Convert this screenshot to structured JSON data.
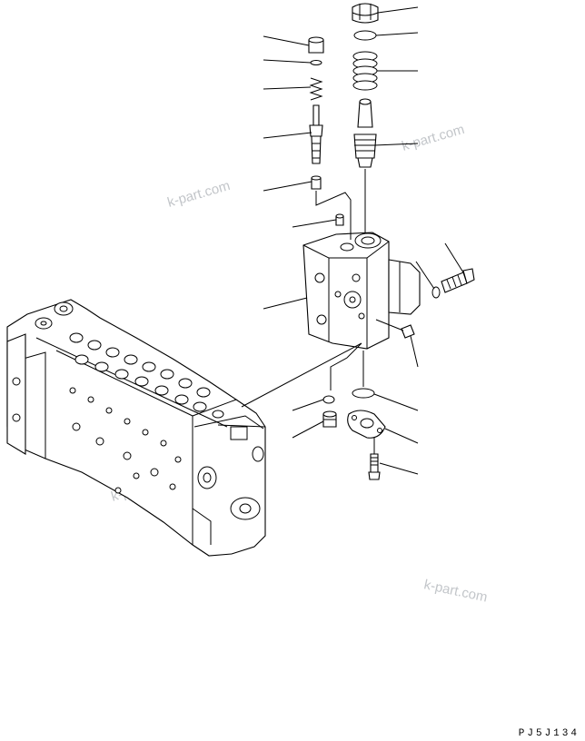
{
  "diagram": {
    "drawing_code": "PJ5J134",
    "watermark_text": "k-part.com",
    "line_color": "#000000",
    "background": "#ffffff",
    "watermark_color": "#b8bcc0",
    "parts": [
      {
        "id": "plug-top"
      },
      {
        "id": "o-ring-top"
      },
      {
        "id": "spring-large"
      },
      {
        "id": "spool-poppet"
      },
      {
        "id": "plug-small"
      },
      {
        "id": "o-ring-small"
      },
      {
        "id": "spring-small"
      },
      {
        "id": "valve-stem"
      },
      {
        "id": "check-valve"
      },
      {
        "id": "screw-small"
      },
      {
        "id": "valve-block"
      },
      {
        "id": "bolt-side"
      },
      {
        "id": "washer"
      },
      {
        "id": "plug-side"
      },
      {
        "id": "o-ring-bottom"
      },
      {
        "id": "flange"
      },
      {
        "id": "bolt-bottom"
      },
      {
        "id": "o-ring-lower-left"
      },
      {
        "id": "plug-lower-left"
      },
      {
        "id": "control-valve-assembly"
      }
    ]
  }
}
